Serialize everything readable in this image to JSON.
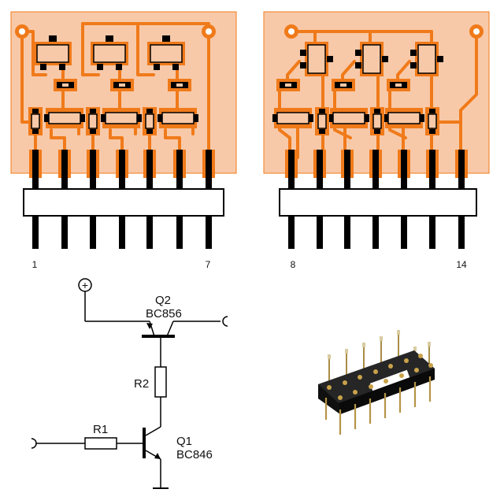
{
  "colors": {
    "board": "#F8C9A8",
    "trace": "#F07A1A",
    "pad": "#F07A1A",
    "ink": "#000000",
    "background": "#ffffff"
  },
  "left_board": {
    "pin_first": "1",
    "pin_last": "7"
  },
  "right_board": {
    "pin_first": "8",
    "pin_last": "14"
  },
  "schematic": {
    "supply_symbol": "+",
    "q2_name": "Q2",
    "q2_part": "BC856",
    "r2_name": "R2",
    "r1_name": "R1",
    "q1_name": "Q1",
    "q1_part": "BC846"
  },
  "photo": {
    "subject": "dip-14-ic-socket"
  }
}
